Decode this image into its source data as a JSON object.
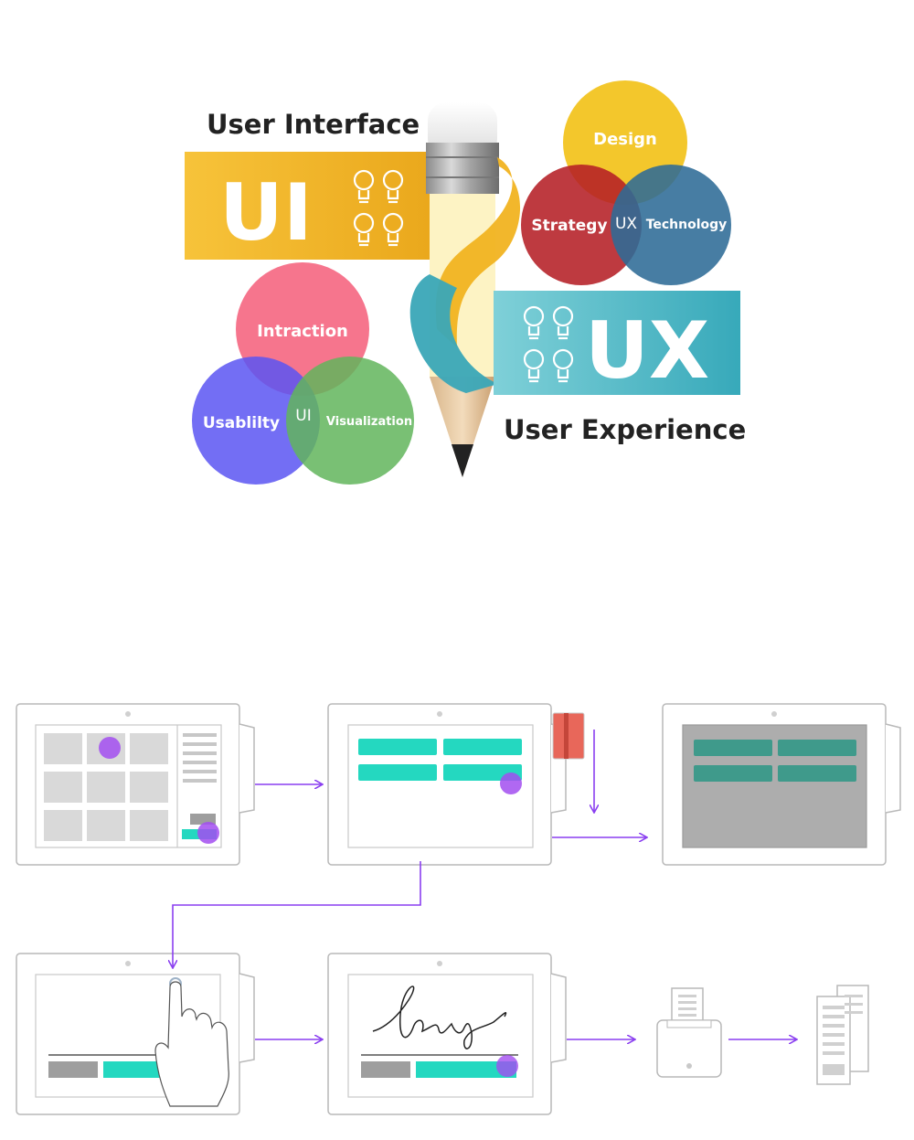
{
  "top": {
    "ui_heading": "User Interface",
    "ux_heading": "User Experience",
    "ui_banner": "UI",
    "ux_banner": "UX",
    "ux_venn": {
      "top": "Design",
      "left": "Strategy",
      "right": "Technology",
      "center": "UX"
    },
    "ui_venn": {
      "top": "Intraction",
      "left": "Usablilty",
      "right": "Visualization",
      "center": "UI"
    }
  },
  "colors": {
    "ui_banner": "#f3b92b",
    "ux_banner": "#4fb6c4",
    "design": "#f2c21a",
    "strategy": "#b51f25",
    "technology": "#2e6b96",
    "intraction": "#f56e87",
    "usability": "#5a55f2",
    "visualization": "#62b55c",
    "teal_button": "#24d8c0",
    "purple": "#8a3ff0",
    "touch_dot": "#a24df0",
    "card": "#e8675a",
    "device_stroke": "#b9b9b9"
  },
  "flow": {
    "signature": "Leny",
    "icons": [
      "tablet-grid-icon",
      "tablet-buttons-icon",
      "tablet-processing-icon",
      "tablet-touch-icon",
      "tablet-signature-icon",
      "receipt-printer-icon",
      "receipt-icon"
    ]
  }
}
